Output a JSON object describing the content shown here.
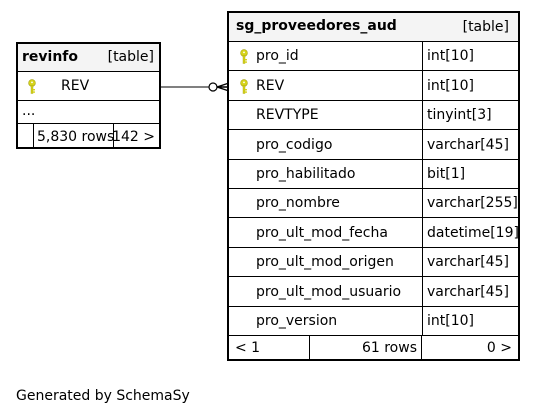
{
  "revinfo": {
    "name": "revinfo",
    "kind": "[table]",
    "columns": [
      {
        "name": "REV",
        "type": "",
        "key": true
      }
    ],
    "ellipsis": "...",
    "footer": {
      "rows": "5,830 rows",
      "right": "142 >"
    }
  },
  "audit_table": {
    "name": "sg_proveedores_aud",
    "kind": "[table]",
    "columns": [
      {
        "name": "pro_id",
        "type": "int[10]",
        "key": true
      },
      {
        "name": "REV",
        "type": "int[10]",
        "key": true
      },
      {
        "name": "REVTYPE",
        "type": "tinyint[3]",
        "key": false
      },
      {
        "name": "pro_codigo",
        "type": "varchar[45]",
        "key": false
      },
      {
        "name": "pro_habilitado",
        "type": "bit[1]",
        "key": false
      },
      {
        "name": "pro_nombre",
        "type": "varchar[255]",
        "key": false
      },
      {
        "name": "pro_ult_mod_fecha",
        "type": "datetime[19]",
        "key": false
      },
      {
        "name": "pro_ult_mod_origen",
        "type": "varchar[45]",
        "key": false
      },
      {
        "name": "pro_ult_mod_usuario",
        "type": "varchar[45]",
        "key": false
      },
      {
        "name": "pro_version",
        "type": "int[10]",
        "key": false
      }
    ],
    "footer": {
      "left": "< 1",
      "rows": "61 rows",
      "right": "0 >"
    }
  },
  "generated_by": "Generated by SchemaSy",
  "colors": {
    "key_icon": "#d6d31a",
    "border": "#000000",
    "header_bg": "#f4f4f4"
  }
}
